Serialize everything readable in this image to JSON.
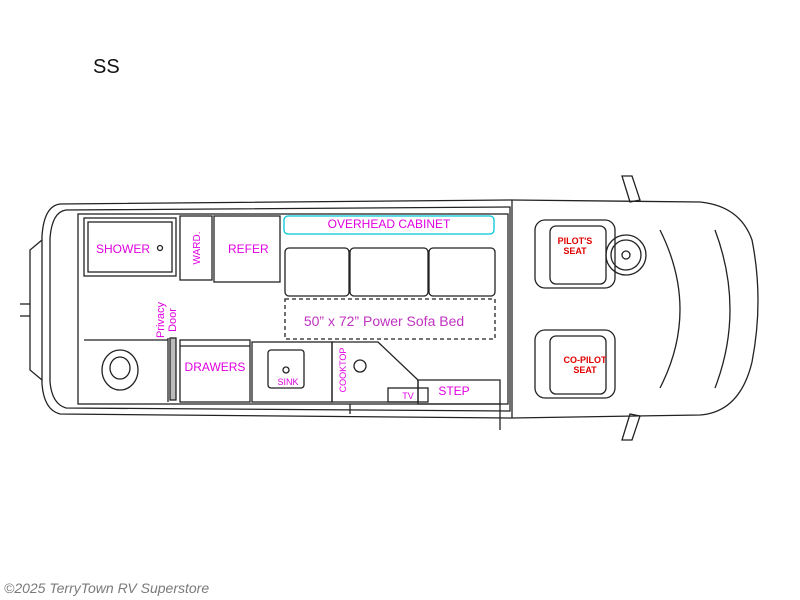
{
  "model_label": "SS",
  "colors": {
    "label": "#e000e0",
    "seat_label": "#e00000",
    "cabinet_line": "#00c8d8",
    "footer": "#7a7a7a",
    "line": "#222222"
  },
  "labels": {
    "shower": "SHOWER",
    "wardrobe": "WARD.",
    "refer": "REFER",
    "overhead_cabinet": "OVERHEAD CABINET",
    "sofa_bed": "50” x 72” Power Sofa Bed",
    "privacy_line1": "Privacy",
    "privacy_line2": "Door",
    "drawers": "DRAWERS",
    "sink": "SINK",
    "cooktop": "COOKTOP",
    "tv": "TV",
    "step": "STEP",
    "pilot_line1": "PILOT'S",
    "pilot_line2": "SEAT",
    "copilot_line1": "CO-PILOT",
    "copilot_line2": "SEAT"
  },
  "footer": "©2025 TerryTown RV Superstore"
}
